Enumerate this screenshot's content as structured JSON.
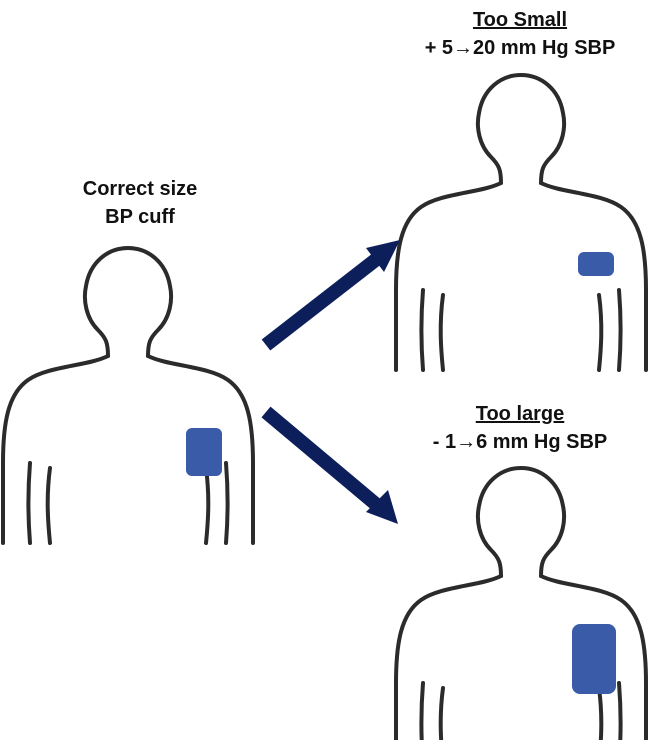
{
  "figure": {
    "correct": {
      "line1": "Correct size",
      "line2": "BP cuff"
    },
    "too_small": {
      "title": "Too Small",
      "effect": "+ 5→20 mm Hg SBP"
    },
    "too_large": {
      "title": "Too large",
      "effect": "- 1→6 mm Hg SBP"
    }
  },
  "colors": {
    "cuff": "#3a5ba7",
    "arrow": "#0d1f5a",
    "outline": "#2b2b2b"
  },
  "icons": [
    "person-silhouette",
    "bp-cuff",
    "arrow"
  ]
}
